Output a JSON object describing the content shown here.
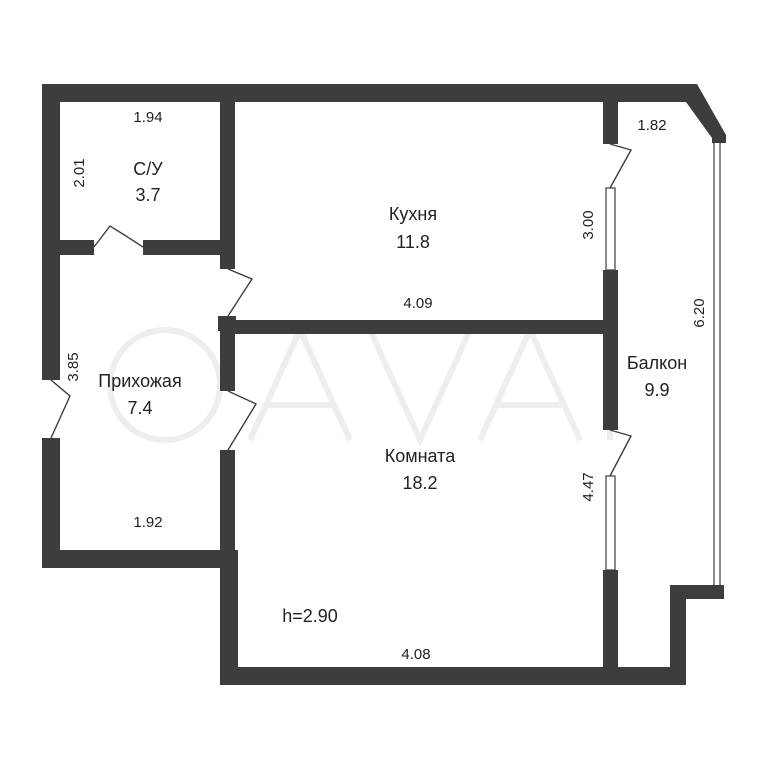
{
  "rooms": {
    "bathroom": {
      "name": "С/У",
      "area": "3.7",
      "dim_width": "1.94",
      "dim_height": "2.01"
    },
    "kitchen": {
      "name": "Кухня",
      "area": "11.8",
      "dim_width": "4.09",
      "dim_height": "3.00"
    },
    "hallway": {
      "name": "Прихожая",
      "area": "7.4",
      "dim_width": "1.92",
      "dim_height": "3.85"
    },
    "living_room": {
      "name": "Комната",
      "area": "18.2",
      "dim_width": "4.08",
      "dim_height": "4.47"
    },
    "balcony": {
      "name": "Балкон",
      "area": "9.9",
      "dim_top": "1.82",
      "dim_length": "6.20"
    }
  },
  "ceiling_height": "h=2.90"
}
